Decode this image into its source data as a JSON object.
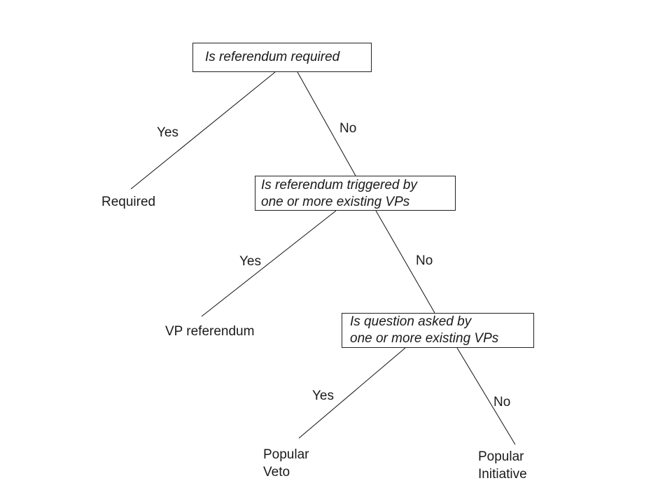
{
  "decision_tree": {
    "q1": {
      "text": "Is referendum required"
    },
    "q2": {
      "lines": [
        "Is referendum triggered by",
        "one or more existing VPs"
      ]
    },
    "q3": {
      "lines": [
        "Is question asked by",
        "one or more existing VPs"
      ]
    },
    "edge_labels": {
      "q1_yes": "Yes",
      "q1_no": "No",
      "q2_yes": "Yes",
      "q2_no": "No",
      "q3_yes": "Yes",
      "q3_no": "No"
    },
    "outcomes": {
      "required": "Required",
      "vp_referendum": "VP referendum",
      "popular_veto": [
        "Popular",
        "Veto"
      ],
      "popular_initiative": [
        "Popular",
        "Initiative"
      ]
    }
  }
}
